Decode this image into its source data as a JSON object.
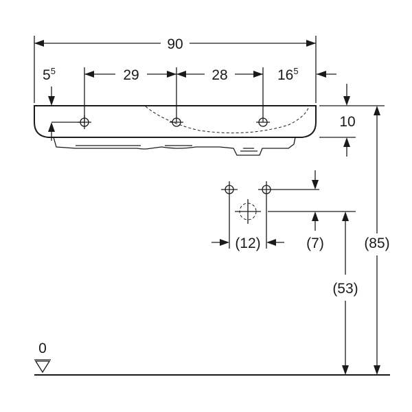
{
  "dimensions": {
    "total_width": "90",
    "left_offset_main": "5",
    "left_offset_sup": "5",
    "hole_spacing_left": "29",
    "hole_spacing_right": "28",
    "right_offset_main": "16",
    "right_offset_sup": "5",
    "basin_thickness": "10",
    "valve_height": "(7)",
    "valve_spacing": "(12)",
    "waste_height": "(53)",
    "overall_height": "(85)",
    "floor_level": "0"
  }
}
